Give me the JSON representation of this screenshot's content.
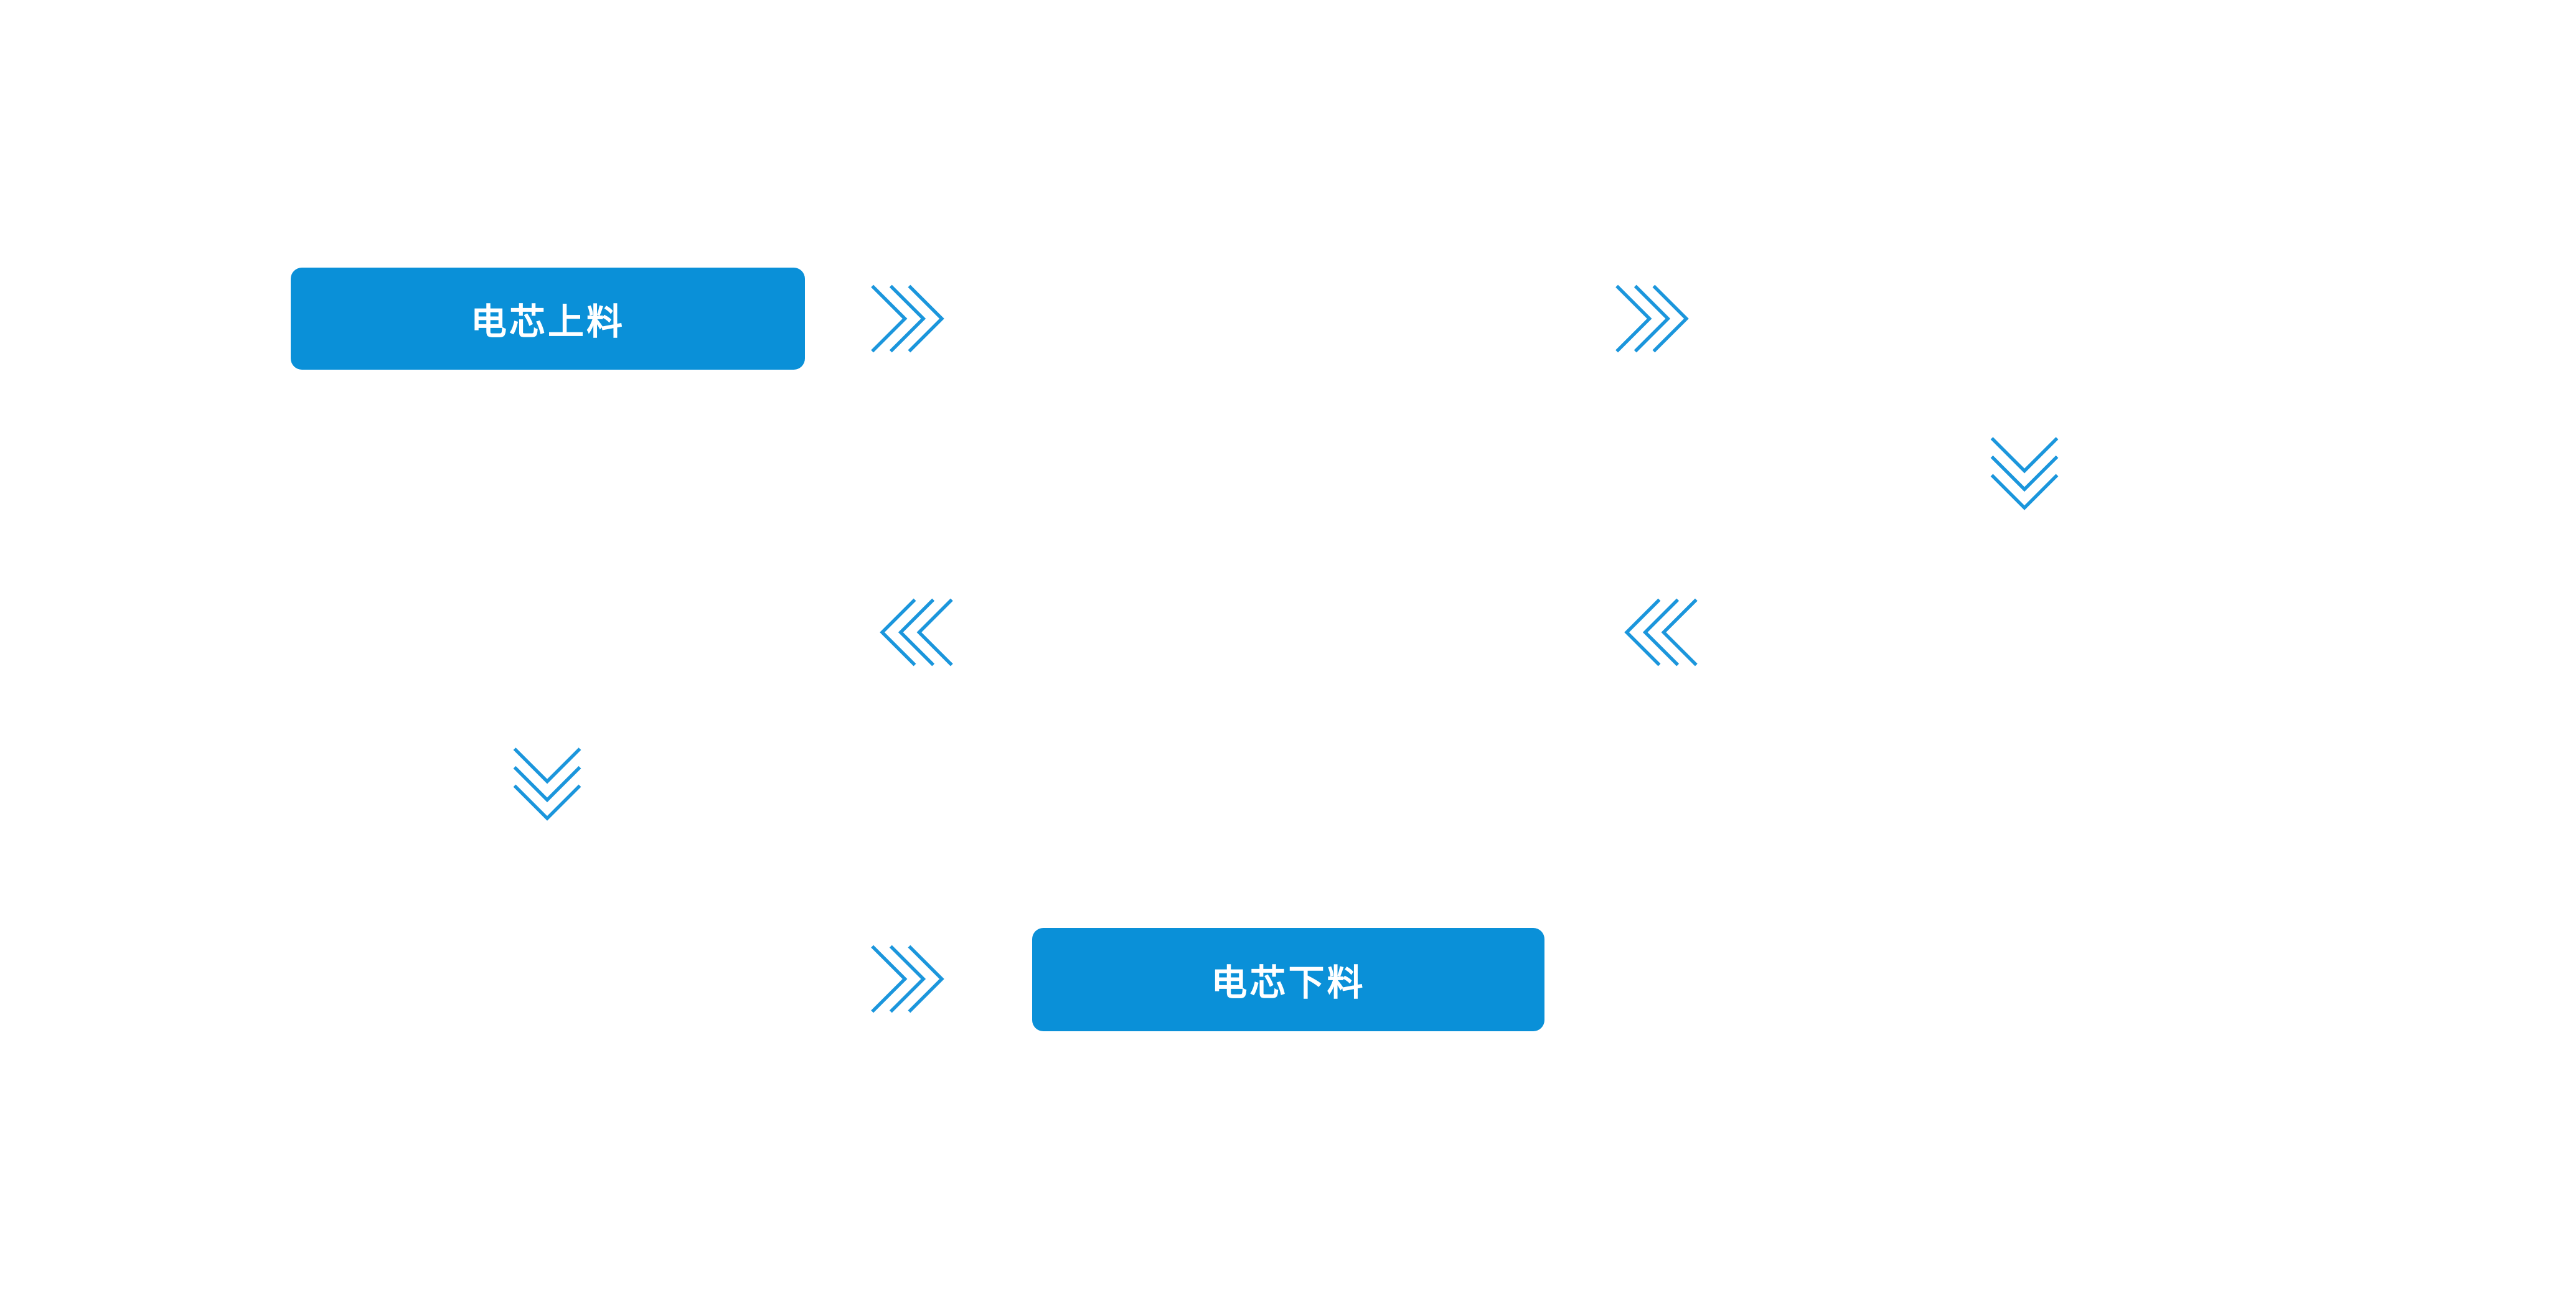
{
  "diagram": {
    "title": "battery-cell-process-flow",
    "colors": {
      "background": "#ffffff",
      "node_fill": "#0a90d8",
      "node_text": "#ffffff",
      "arrow_stroke": "#1b96dc"
    },
    "nodes": [
      {
        "id": "cell-loading",
        "label": "电芯上料"
      },
      {
        "id": "cell-unloading",
        "label": "电芯下料"
      }
    ],
    "arrows": [
      {
        "icon": "chevron-right-icon",
        "direction": "right",
        "position": "after-cell-loading"
      },
      {
        "icon": "chevron-right-icon",
        "direction": "right",
        "position": "top-row-middle"
      },
      {
        "icon": "chevron-down-icon",
        "direction": "down",
        "position": "right-column"
      },
      {
        "icon": "chevron-left-icon",
        "direction": "left",
        "position": "middle-row-left"
      },
      {
        "icon": "chevron-left-icon",
        "direction": "left",
        "position": "middle-row-right"
      },
      {
        "icon": "chevron-down-icon",
        "direction": "down",
        "position": "left-column"
      },
      {
        "icon": "chevron-right-icon",
        "direction": "right",
        "position": "before-cell-unloading"
      }
    ]
  }
}
